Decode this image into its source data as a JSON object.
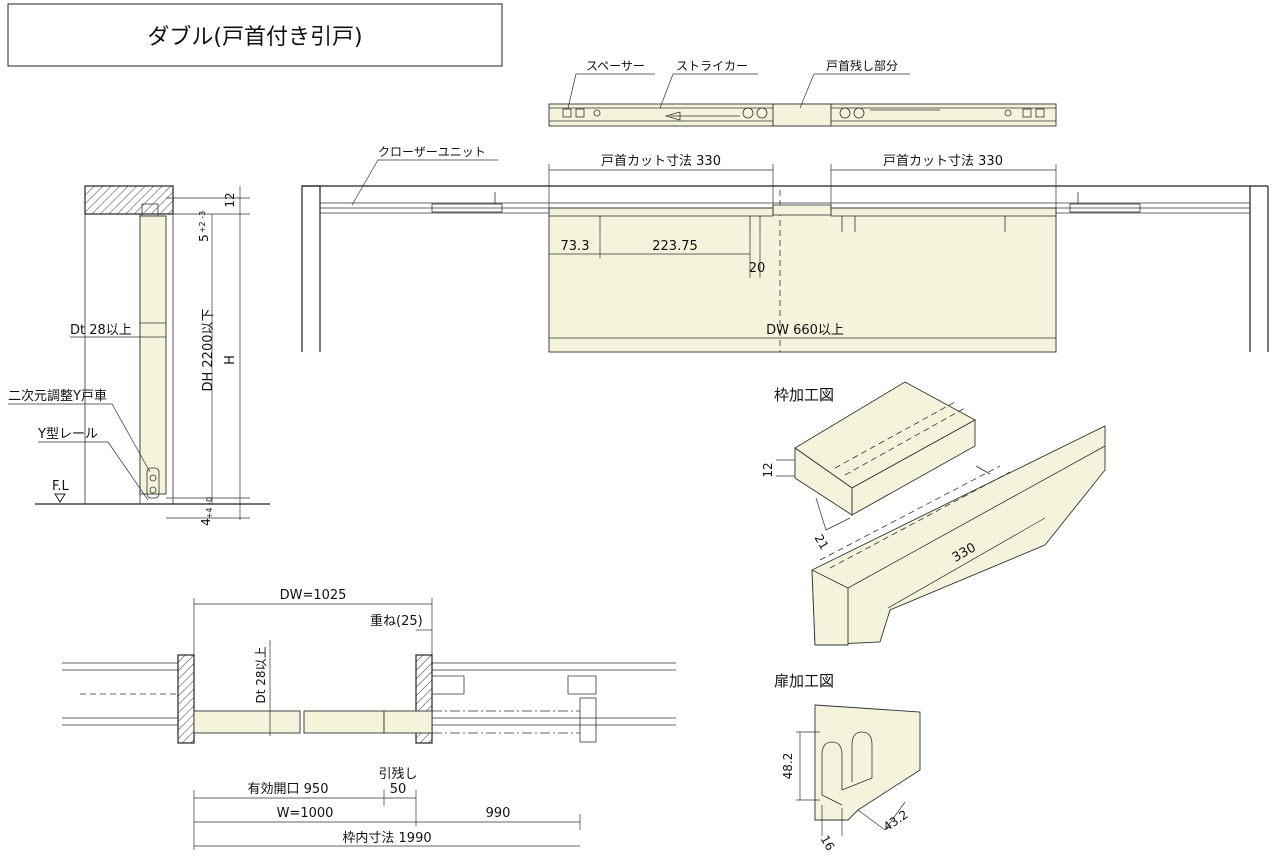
{
  "title": "ダブル(戸首付き引戸)",
  "top_plan": {
    "spacer": "スペーサー",
    "striker": "ストライカー",
    "door_head_remain": "戸首残し部分",
    "closer_unit": "クローザーユニット",
    "cut_left": "戸首カット寸法 330",
    "cut_right": "戸首カット寸法 330",
    "d_733": "73.3",
    "d_22375": "223.75",
    "d_20": "20",
    "dw": "DW 660以上"
  },
  "section": {
    "d12": "12",
    "d5": "5",
    "d5_tol": "+2 -3",
    "dt": "Dt 28以上",
    "dh": "DH 2200以下",
    "h": "H",
    "roller": "二次元調整Y戸車",
    "rail": "Y型レール",
    "fl": "F.L",
    "d4": "4",
    "d4_tol": "+4 -0"
  },
  "frame_proc": {
    "title": "枠加工図",
    "d12": "12",
    "d21": "21",
    "d330": "330"
  },
  "door_proc": {
    "title": "扉加工図",
    "d482": "48.2",
    "d432": "43.2",
    "d16": "16"
  },
  "bottom_plan": {
    "dw": "DW=1025",
    "overlap": "重ね(25)",
    "dt": "Dt 28以上",
    "pull_remain": "引残し",
    "eff_open": "有効開口 950",
    "d50": "50",
    "w": "W=1000",
    "d990": "990",
    "frame_inner": "枠内寸法 1990"
  },
  "colors": {
    "door_fill": "#f6f3dc",
    "line": "#222222"
  }
}
